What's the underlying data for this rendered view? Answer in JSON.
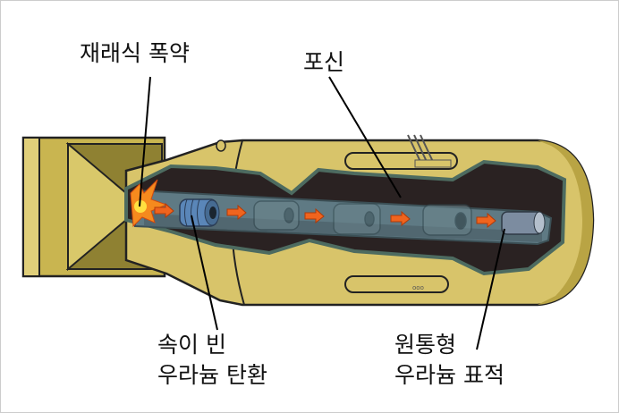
{
  "labels": {
    "explosive": "재래식 폭약",
    "barrel": "포신",
    "projectile_line1": "속이 빈",
    "projectile_line2": "우라늄 탄환",
    "target_line1": "원통형",
    "target_line2": "우라늄 표적"
  },
  "colors": {
    "casing": "#d8c46a",
    "casing_dark": "#a8953c",
    "cavity": "#2a2222",
    "barrel": "#5f7a84",
    "projectile": "#5a86b8",
    "arrow": "#f0641e",
    "explosion": "#f5a020"
  }
}
